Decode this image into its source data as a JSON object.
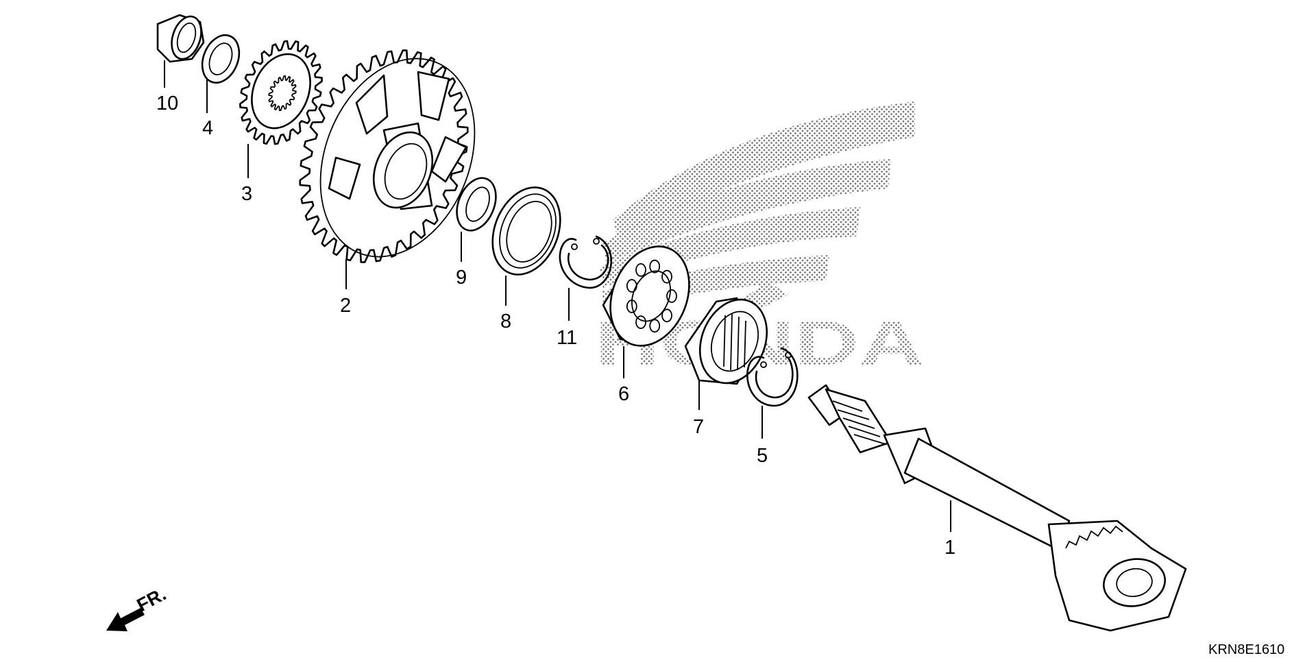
{
  "diagram": {
    "drawing_code": "KRN8E1610",
    "direction_label": "FR.",
    "watermark_text": "HONDA",
    "callouts": [
      "1",
      "2",
      "3",
      "4",
      "5",
      "6",
      "7",
      "8",
      "9",
      "10",
      "11"
    ]
  }
}
